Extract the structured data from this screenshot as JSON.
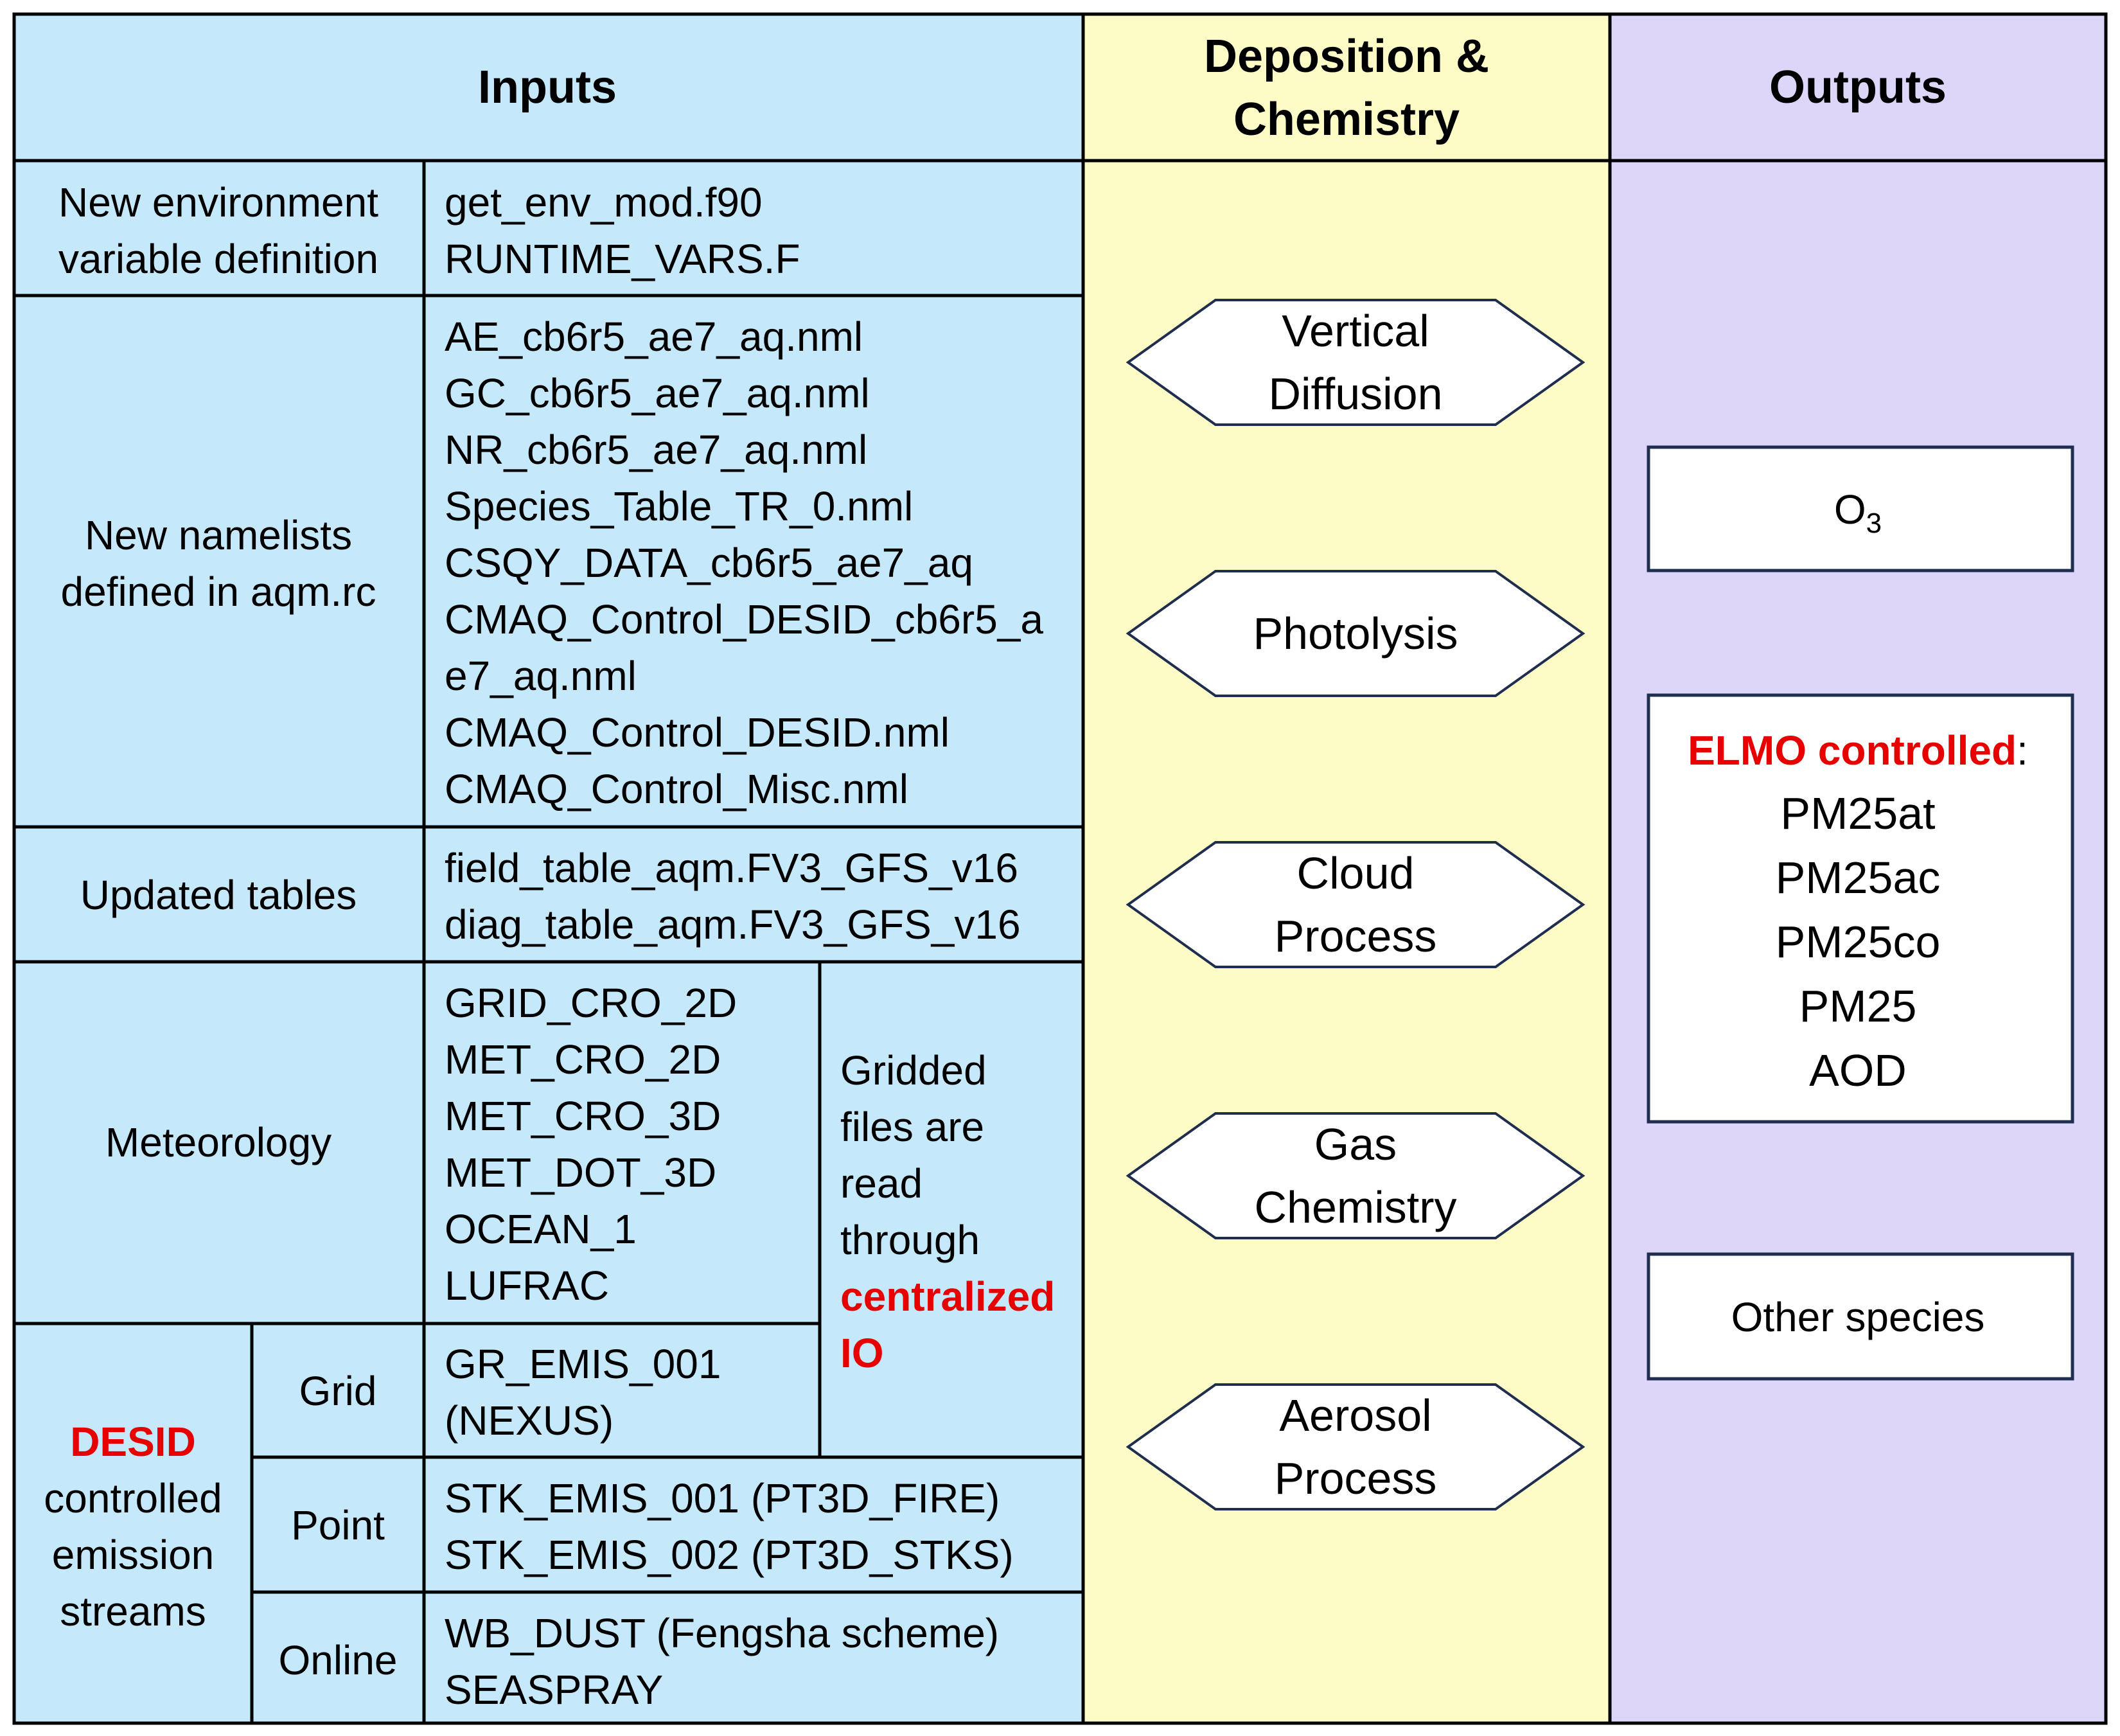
{
  "colors": {
    "inputs_bg": "#c5e8fb",
    "chemistry_bg": "#fdfcc6",
    "outputs_bg": "#ddd6f8",
    "highlight": "#e60000",
    "shape_stroke": "#1f2d4f"
  },
  "headers": {
    "inputs": "Inputs",
    "chemistry_line1": "Deposition &",
    "chemistry_line2": "Chemistry",
    "outputs": "Outputs"
  },
  "inputs": {
    "env": {
      "label": [
        "New environment",
        "variable definition"
      ],
      "files": [
        "get_env_mod.f90",
        "RUNTIME_VARS.F"
      ]
    },
    "namelists": {
      "label": [
        "New namelists",
        "defined in aqm.rc"
      ],
      "files": [
        "AE_cb6r5_ae7_aq.nml",
        "GC_cb6r5_ae7_aq.nml",
        "NR_cb6r5_ae7_aq.nml",
        "Species_Table_TR_0.nml",
        "CSQY_DATA_cb6r5_ae7_aq",
        "CMAQ_Control_DESID_cb6r5_a",
        "e7_aq.nml",
        "CMAQ_Control_DESID.nml",
        "CMAQ_Control_Misc.nml"
      ]
    },
    "tables": {
      "label": [
        "Updated tables"
      ],
      "files": [
        "field_table_aqm.FV3_GFS_v16",
        "diag_table_aqm.FV3_GFS_v16"
      ]
    },
    "meteorology": {
      "label": [
        "Meteorology"
      ],
      "files": [
        "GRID_CRO_2D",
        "MET_CRO_2D",
        "MET_CRO_3D",
        "MET_DOT_3D",
        "OCEAN_1",
        "LUFRAC"
      ]
    },
    "gridded_note": {
      "lines": [
        "Gridded",
        "files are",
        "read",
        "through"
      ],
      "highlight": [
        "centralized",
        "IO"
      ]
    },
    "desid": {
      "highlight": "DESID",
      "lines": [
        "controlled",
        "emission",
        "streams"
      ],
      "grid": {
        "label": "Grid",
        "files": [
          "GR_EMIS_001",
          "(NEXUS)"
        ]
      },
      "point": {
        "label": "Point",
        "files": [
          "STK_EMIS_001 (PT3D_FIRE)",
          "STK_EMIS_002 (PT3D_STKS)"
        ]
      },
      "online": {
        "label": "Online",
        "files": [
          "WB_DUST (Fengsha scheme)",
          "SEASPRAY"
        ]
      }
    }
  },
  "processes": [
    [
      "Vertical",
      "Diffusion"
    ],
    [
      "Photolysis"
    ],
    [
      "Cloud",
      "Process"
    ],
    [
      "Gas",
      "Chemistry"
    ],
    [
      "Aerosol",
      "Process"
    ]
  ],
  "outputs": {
    "o3_base": "O",
    "o3_sub": "3",
    "elmo_highlight": "ELMO controlled",
    "elmo_colon": ":",
    "elmo_items": [
      "PM25at",
      "PM25ac",
      "PM25co",
      "PM25",
      "AOD"
    ],
    "other": "Other species"
  }
}
